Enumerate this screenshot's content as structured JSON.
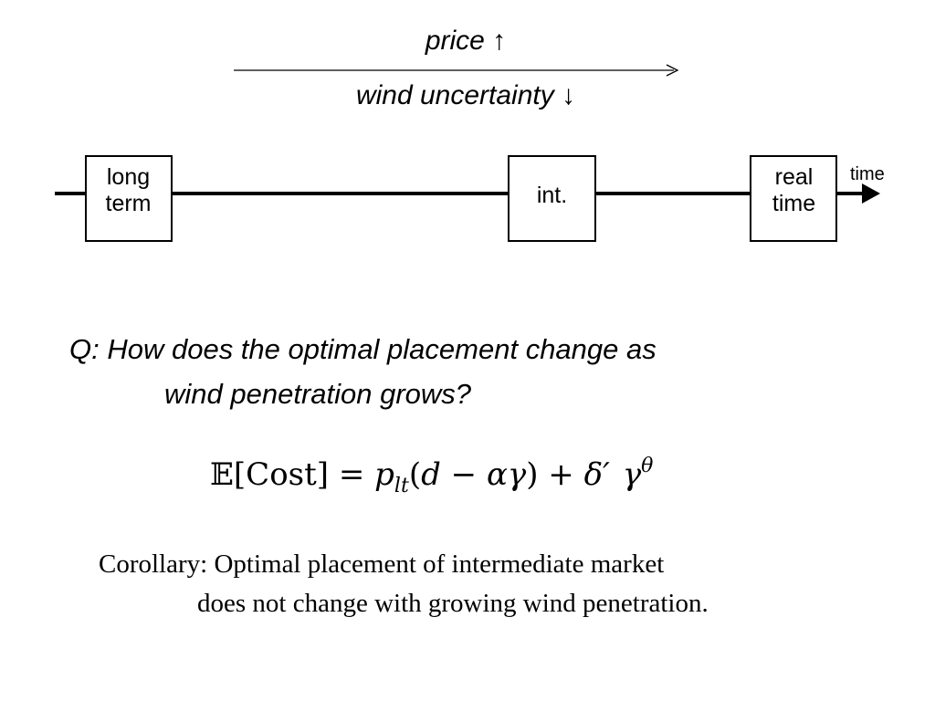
{
  "diagram": {
    "arrow_top_label": "price ↑",
    "arrow_bottom_label": "wind uncertainty ↓",
    "boxes": {
      "long_term": "long\nterm",
      "intermediate": "int.",
      "real_time": "real\ntime"
    },
    "axis_label": "time"
  },
  "question": {
    "line1": "Q: How does the optimal placement change as",
    "line2": "wind penetration grows?"
  },
  "formula": {
    "expectation": "𝔼",
    "cost_term": "[Cost]",
    "equals": " = ",
    "p": "p",
    "p_sub": "lt",
    "paren_open": "(",
    "d": "d",
    "minus": " − ",
    "alpha_gamma": "αγ",
    "paren_close": ")",
    "plus": " + ",
    "delta_prime": "δ′",
    "gamma": "γ",
    "theta": "θ"
  },
  "corollary": {
    "line1": "Corollary: Optimal placement of intermediate market",
    "line2": "does not change with growing wind penetration."
  }
}
